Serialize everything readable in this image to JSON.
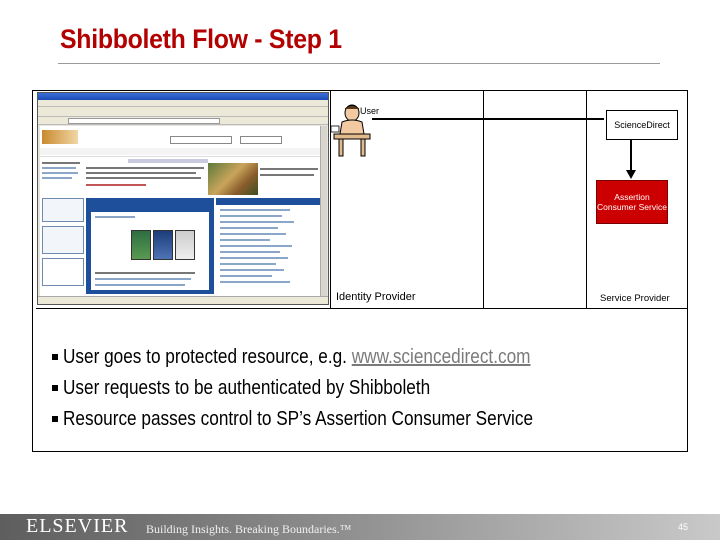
{
  "slide": {
    "title": "Shibboleth Flow - Step 1",
    "page_number": "45"
  },
  "diagram": {
    "user_label": "User",
    "service_box_label": "ScienceDirect",
    "acs_box_label": "Assertion Consumer Service",
    "identity_provider_label": "Identity Provider",
    "service_provider_label": "Service Provider",
    "colors": {
      "title": "#b30000",
      "acs_box": "#cc0000"
    }
  },
  "bullets": {
    "item1_prefix": "User goes to protected resource, e.g. ",
    "item1_link": "www.sciencedirect.com",
    "item2": "User requests to be authenticated by Shibboleth",
    "item3": "Resource passes control to SP’s Assertion Consumer Service"
  },
  "footer": {
    "brand": "ELSEVIER",
    "tagline": "Building Insights. Breaking Boundaries.™"
  }
}
